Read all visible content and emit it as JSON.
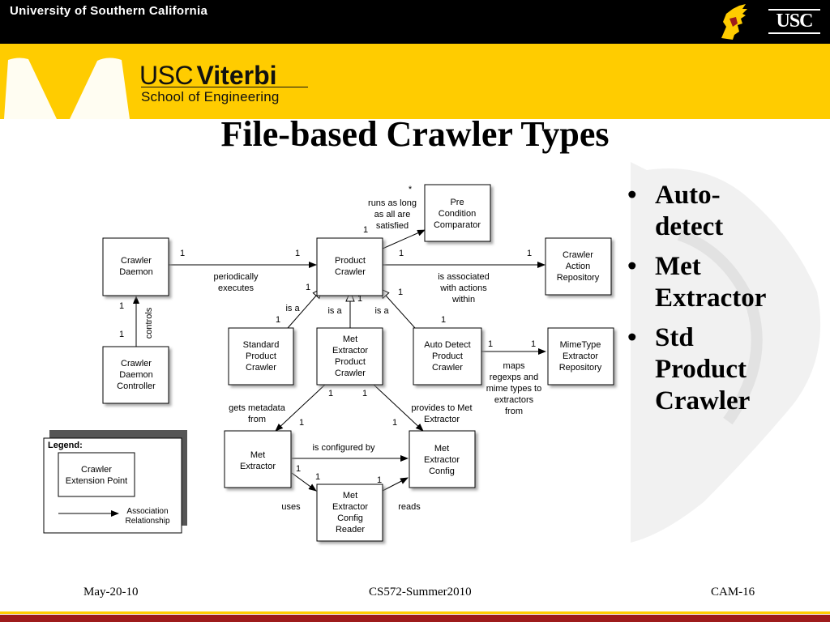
{
  "header": {
    "university": "University of Southern California",
    "usc_mark": "USC",
    "brand_usc": "USC",
    "brand_viterbi": "Viterbi",
    "school": "School of Engineering"
  },
  "slide": {
    "title": "File-based Crawler Types"
  },
  "diagram": {
    "boxes": {
      "crawler_daemon": [
        "Crawler",
        "Daemon"
      ],
      "crawler_daemon_controller": [
        "Crawler",
        "Daemon",
        "Controller"
      ],
      "product_crawler": [
        "Product",
        "Crawler"
      ],
      "pre_condition_comparator": [
        "Pre",
        "Condition",
        "Comparator"
      ],
      "crawler_action_repository": [
        "Crawler",
        "Action",
        "Repository"
      ],
      "standard_product_crawler": [
        "Standard",
        "Product",
        "Crawler"
      ],
      "met_extractor_product_crawler": [
        "Met",
        "Extractor",
        "Product",
        "Crawler"
      ],
      "auto_detect_product_crawler": [
        "Auto Detect",
        "Product",
        "Crawler"
      ],
      "mimetype_extractor_repository": [
        "MimeType",
        "Extractor",
        "Repository"
      ],
      "met_extractor": [
        "Met",
        "Extractor"
      ],
      "met_extractor_config": [
        "Met",
        "Extractor",
        "Config"
      ],
      "met_extractor_config_reader": [
        "Met",
        "Extractor",
        "Config",
        "Reader"
      ]
    },
    "labels": {
      "star": "*",
      "runs_as_long": [
        "runs as long",
        "as all are",
        "satisfied"
      ],
      "periodically_executes": [
        "periodically",
        "executes"
      ],
      "is_associated": [
        "is associated",
        "with actions",
        "within"
      ],
      "controls": "controls",
      "is_a_left": "is a",
      "is_a_mid": "is a",
      "is_a_right": "is a",
      "maps_regexps": [
        "maps",
        "regexps and",
        "mime types to",
        "extractors",
        "from"
      ],
      "gets_metadata": [
        "gets metadata",
        "from"
      ],
      "provides_to": [
        "provides to Met",
        "Extractor"
      ],
      "is_configured_by": "is configured by",
      "uses": "uses",
      "reads": "reads"
    },
    "multiplicities": {
      "m_pre_condition": "1",
      "m_daemon_src": "1",
      "m_daemon_dst": "1",
      "m_action_src": "1",
      "m_action_dst": "1",
      "m_pc_left_a": "1",
      "m_pc_left_b": "1",
      "m_pc_right": "1",
      "m_std": "1",
      "m_auto": "1",
      "m_ctrl_top": "1",
      "m_ctrl_bottom": "1",
      "m_mime_src": "1",
      "m_mime_dst": "1",
      "m_mep_left": "1",
      "m_mep_right": "1",
      "m_me_top": "1",
      "m_cfg_top": "1",
      "m_me_right": "1",
      "m_reader_left": "1",
      "m_reader_right": "1"
    },
    "legend": {
      "title": "Legend:",
      "extension_point": [
        "Crawler",
        "Extension Point"
      ],
      "association": [
        "Association",
        "Relationship"
      ]
    }
  },
  "bullets": [
    [
      "Auto-",
      "detect"
    ],
    [
      "Met",
      "Extractor"
    ],
    [
      "Std",
      "Product",
      "Crawler"
    ]
  ],
  "bullet_symbol": "•",
  "footer": {
    "date": "May-20-10",
    "course": "CS572-Summer2010",
    "page": "CAM-16"
  },
  "colors": {
    "gold": "#ffcc00",
    "cardinal": "#9e1b1b",
    "black": "#000000"
  }
}
